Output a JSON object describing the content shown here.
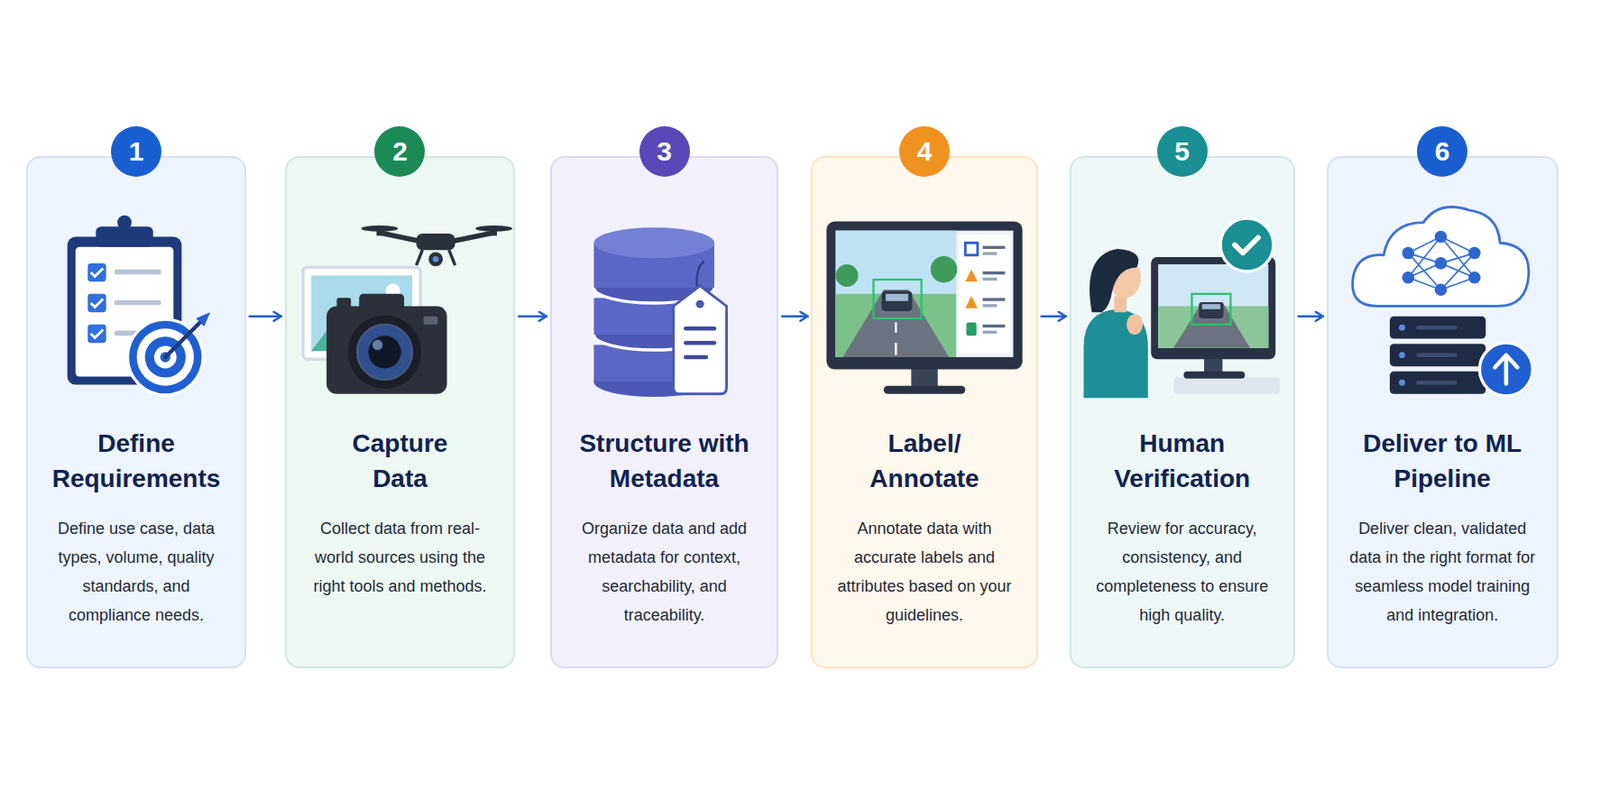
{
  "diagram": {
    "nodes": [
      {
        "text": [
          "1",
          "Define Requirements",
          "Define use case, data types, volume, quality standards, and compliance needs."
        ]
      },
      {
        "text": [
          "2",
          "Capture Data",
          "Collect data from real-world sources using the right tools and methods."
        ]
      },
      {
        "text": [
          "3",
          "Structure with Metadata",
          "Organize data and add metadata for context, searchability, and traceability."
        ]
      },
      {
        "text": [
          "4",
          "Label/ Annotate",
          "Annotate data with accurate labels and attributes based on your guidelines."
        ]
      },
      {
        "text": [
          "5",
          "Human Verification",
          "Review for accuracy, consistency, and completeness to ensure high quality."
        ]
      },
      {
        "text": [
          "6",
          "Deliver to ML Pipeline",
          "Deliver clean, validated data in the right format for seamless model training and integration."
        ]
      }
    ],
    "edges": [
      {
        "from": 0,
        "to": 1,
        "arrow": "to"
      },
      {
        "from": 1,
        "to": 2,
        "arrow": "to"
      },
      {
        "from": 2,
        "to": 3,
        "arrow": "to"
      },
      {
        "from": 3,
        "to": 4,
        "arrow": "to"
      },
      {
        "from": 4,
        "to": 5,
        "arrow": "to"
      }
    ]
  }
}
